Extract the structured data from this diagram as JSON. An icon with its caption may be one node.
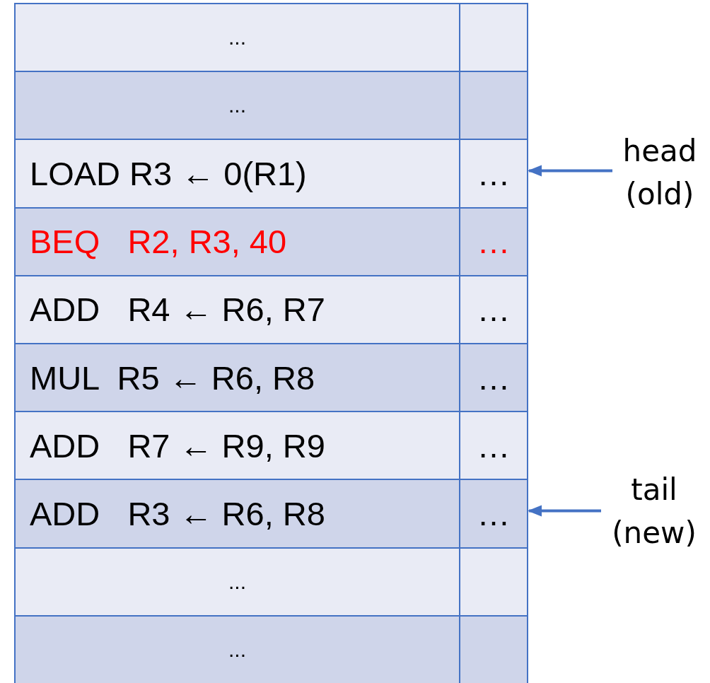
{
  "diagram": {
    "nodes": [
      {
        "text": [
          "..."
        ]
      },
      {
        "text": [],
        "shape": "box"
      },
      {
        "text": [
          "..."
        ]
      },
      {
        "text": [],
        "shape": "box"
      },
      {
        "text": [
          "LOAD R3 ← 0(R1)"
        ]
      },
      {
        "text": [
          "…"
        ]
      },
      {
        "text": [
          "BEQ   R2, R3, 40"
        ]
      },
      {
        "text": [
          "…"
        ]
      },
      {
        "text": [
          "ADD   R4 ← R6, R7"
        ]
      },
      {
        "text": [
          "…"
        ]
      },
      {
        "text": [
          "MUL  R5 ← R6, R8"
        ]
      },
      {
        "text": [
          "…"
        ]
      },
      {
        "text": [
          "ADD   R7 ← R9, R9"
        ]
      },
      {
        "text": [
          "…"
        ]
      },
      {
        "text": [
          "ADD   R3 ← R6, R8"
        ]
      },
      {
        "text": [
          "…"
        ]
      },
      {
        "text": [
          "..."
        ]
      },
      {
        "text": [],
        "shape": "box"
      },
      {
        "text": [
          "..."
        ]
      },
      {
        "text": [],
        "shape": "box"
      },
      {
        "text": [
          "head (old)"
        ]
      },
      {
        "text": [
          "tail (new)"
        ]
      }
    ],
    "edges": [
      {
        "from": 20,
        "to": 5,
        "arrow": "to"
      },
      {
        "from": 21,
        "to": 15,
        "arrow": "to"
      }
    ]
  }
}
